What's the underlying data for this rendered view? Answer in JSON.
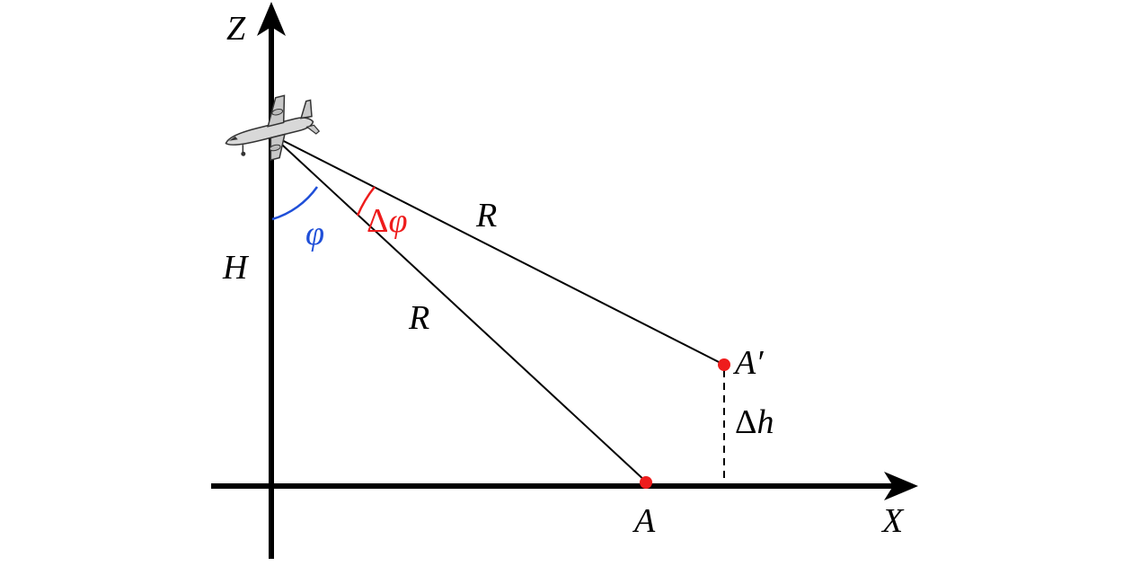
{
  "axes": {
    "z_label": "Z",
    "x_label": "X"
  },
  "labels": {
    "height": "H",
    "look_angle": "φ",
    "delta_angle_symbol": "Δ",
    "delta_angle_var": "φ",
    "range_upper": "R",
    "range_lower": "R",
    "point_a": "A",
    "point_a_prime": "A′",
    "delta_h_symbol": "Δ",
    "delta_h_var": "h"
  },
  "colors": {
    "axis": "#000000",
    "line": "#000000",
    "point": "#ee1c1c",
    "delta_angle": "#ee1c1c",
    "look_angle": "#1f4fd8"
  },
  "icons": {
    "aircraft": "airplane-icon"
  }
}
